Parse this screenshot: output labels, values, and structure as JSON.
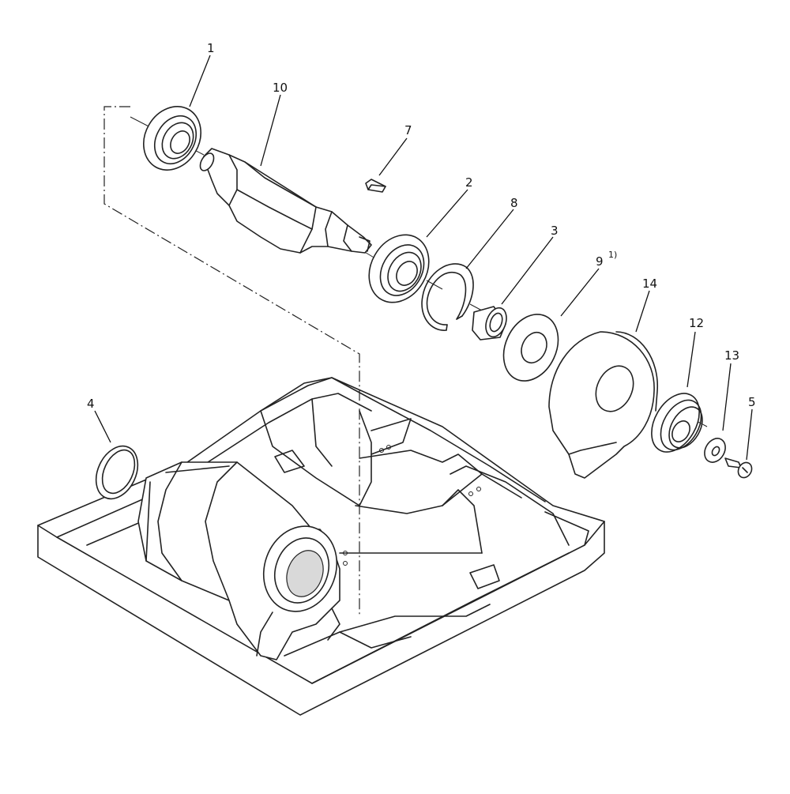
{
  "callouts": {
    "c1": "1",
    "c2": "2",
    "c3": "3",
    "c4": "4",
    "c5": "5",
    "c7": "7",
    "c8": "8",
    "c9": "9",
    "c9_note": "1)",
    "c10": "10",
    "c12": "12",
    "c13": "13",
    "c14": "14"
  }
}
